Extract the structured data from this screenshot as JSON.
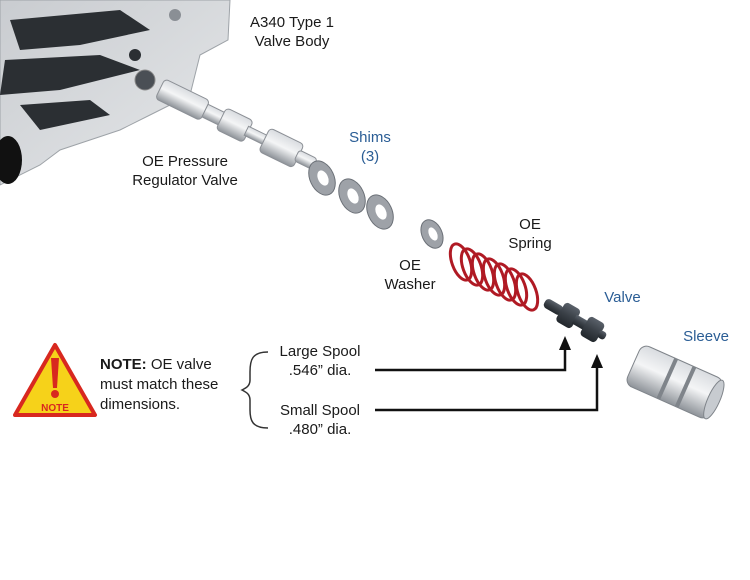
{
  "labels": {
    "valve_body": [
      "A340 Type 1",
      "Valve Body"
    ],
    "oe_pressure_regulator": [
      "OE Pressure",
      "Regulator Valve"
    ],
    "shims": [
      "Shims",
      "(3)"
    ],
    "oe_washer": [
      "OE",
      "Washer"
    ],
    "oe_spring": [
      "OE",
      "Spring"
    ],
    "valve": "Valve",
    "sleeve": "Sleeve"
  },
  "note": {
    "badge_text": "NOTE",
    "heading": "NOTE:",
    "line1_rest": " OE valve",
    "line2": "must match these",
    "line3": "dimensions."
  },
  "dimensions": {
    "large_spool": {
      "name": "Large Spool",
      "value": ".546” dia."
    },
    "small_spool": {
      "name": "Small Spool",
      "value": ".480” dia."
    }
  },
  "colors": {
    "blue_label": "#2a5d95",
    "spring_red": "#b01a24",
    "note_yellow": "#f6d21a",
    "note_red": "#d8281f",
    "metal": "#a9adb3",
    "dark_valve": "#3c4249"
  }
}
